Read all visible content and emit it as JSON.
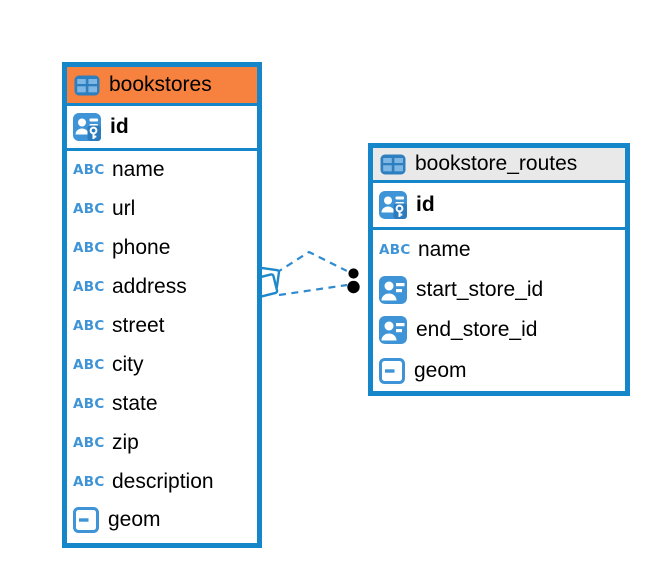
{
  "colors": {
    "table_border_blue": "#1586C9",
    "icon_blue": "#3E94D6",
    "selected_header_orange": "#F7813E",
    "header_gray": "#E9E9E9",
    "relation_line_blue": "#2E8BD0",
    "text": "#000000"
  },
  "icons": {
    "text_type_label": "ABC"
  },
  "tables": [
    {
      "name": "bookstores",
      "header_style": "selected-orange",
      "primary_key": {
        "name": "id",
        "icon": "primary-key-icon"
      },
      "columns": [
        {
          "name": "name",
          "icon": "text-type-icon"
        },
        {
          "name": "url",
          "icon": "text-type-icon"
        },
        {
          "name": "phone",
          "icon": "text-type-icon"
        },
        {
          "name": "address",
          "icon": "text-type-icon"
        },
        {
          "name": "street",
          "icon": "text-type-icon"
        },
        {
          "name": "city",
          "icon": "text-type-icon"
        },
        {
          "name": "state",
          "icon": "text-type-icon"
        },
        {
          "name": "zip",
          "icon": "text-type-icon"
        },
        {
          "name": "description",
          "icon": "text-type-icon"
        },
        {
          "name": "geom",
          "icon": "geometry-type-icon"
        }
      ]
    },
    {
      "name": "bookstore_routes",
      "header_style": "default-gray",
      "primary_key": {
        "name": "id",
        "icon": "primary-key-icon"
      },
      "columns": [
        {
          "name": "name",
          "icon": "text-type-icon"
        },
        {
          "name": "start_store_id",
          "icon": "reference-type-icon"
        },
        {
          "name": "end_store_id",
          "icon": "reference-type-icon"
        },
        {
          "name": "geom",
          "icon": "geometry-type-icon"
        }
      ]
    }
  ],
  "relations": {
    "count": 2,
    "line_style": "dashed",
    "connects": "bookstores — bookstore_routes",
    "source_marker": "stacked-squares",
    "target_marker": "stacked-black-dots"
  }
}
